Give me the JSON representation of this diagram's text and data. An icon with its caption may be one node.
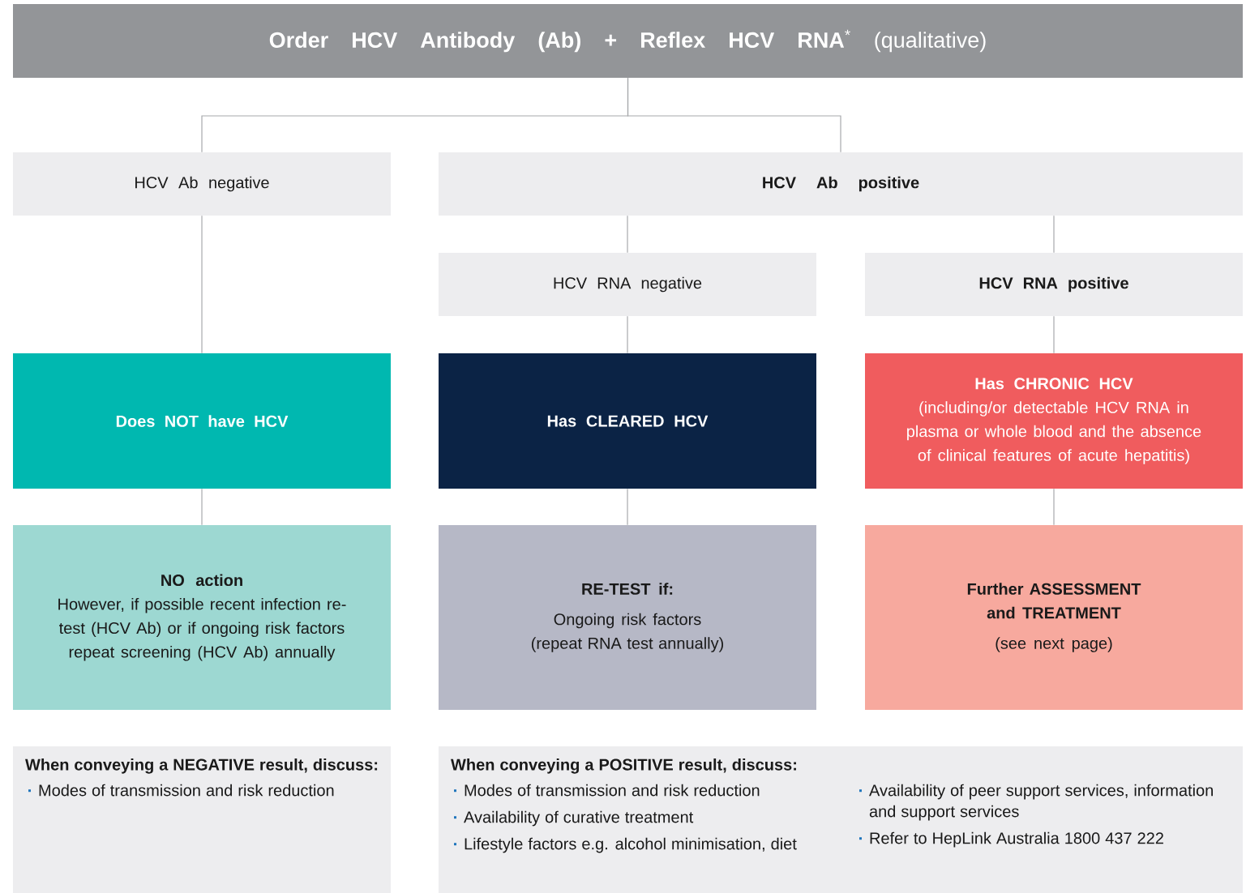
{
  "diagram": {
    "nodes": [
      {
        "text": [
          "**Order HCV Antibody (Ab) + Reflex HCV RNA**$^{*}$ (qualitative)"
        ]
      },
      {
        "text": [
          "HCV Ab negative"
        ]
      },
      {
        "text": [
          "HCV Ab positive"
        ]
      },
      {
        "text": [
          "HCV RNA negative"
        ]
      },
      {
        "text": [
          "HCV RNA positive"
        ]
      },
      {
        "text": [
          "Does NOT have HCV"
        ]
      },
      {
        "text": [
          "Has CLEARED HCV"
        ]
      },
      {
        "text": [
          "Has CHRONIC HCV",
          "(including/or detectable HCV RNA in plasma or whole blood and the absence of clinical features of acute hepatitis)"
        ]
      },
      {
        "text": [
          "NO action",
          "However, if possible recent infection re-test (HCV Ab) or if ongoing risk factors repeat screening (HCV Ab) annually"
        ]
      },
      {
        "text": [
          "RE-TEST if:",
          "Ongoing risk factors (repeat RNA test annually)"
        ]
      },
      {
        "text": [
          "Further ASSESSMENT and TREATMENT",
          "(see next page)"
        ]
      },
      {
        "text": [
          "When conveying a NEGATIVE result, discuss:",
          "Modes of transmission and risk reduction"
        ]
      },
      {
        "text": [
          "When conveying a POSITIVE result, discuss:",
          "Modes of transmission and risk reduction",
          "Availability of curative treatment",
          "Lifestyle factors e.g. alcohol minimisation, diet",
          "Availability of peer support services, information and support services",
          "Refer to HepLink Australia 1800 437 222"
        ]
      }
    ],
    "edges": [
      {
        "from": 0,
        "to": 1,
        "arrow": "none"
      },
      {
        "from": 0,
        "to": 2,
        "arrow": "none"
      },
      {
        "from": 2,
        "to": 3,
        "arrow": "none"
      },
      {
        "from": 2,
        "to": 4,
        "arrow": "none"
      },
      {
        "from": 1,
        "to": 5,
        "arrow": "none"
      },
      {
        "from": 3,
        "to": 6,
        "arrow": "none"
      },
      {
        "from": 4,
        "to": 7,
        "arrow": "none"
      },
      {
        "from": 5,
        "to": 8,
        "arrow": "none"
      },
      {
        "from": 6,
        "to": 9,
        "arrow": "none"
      },
      {
        "from": 7,
        "to": 10,
        "arrow": "none"
      }
    ]
  }
}
